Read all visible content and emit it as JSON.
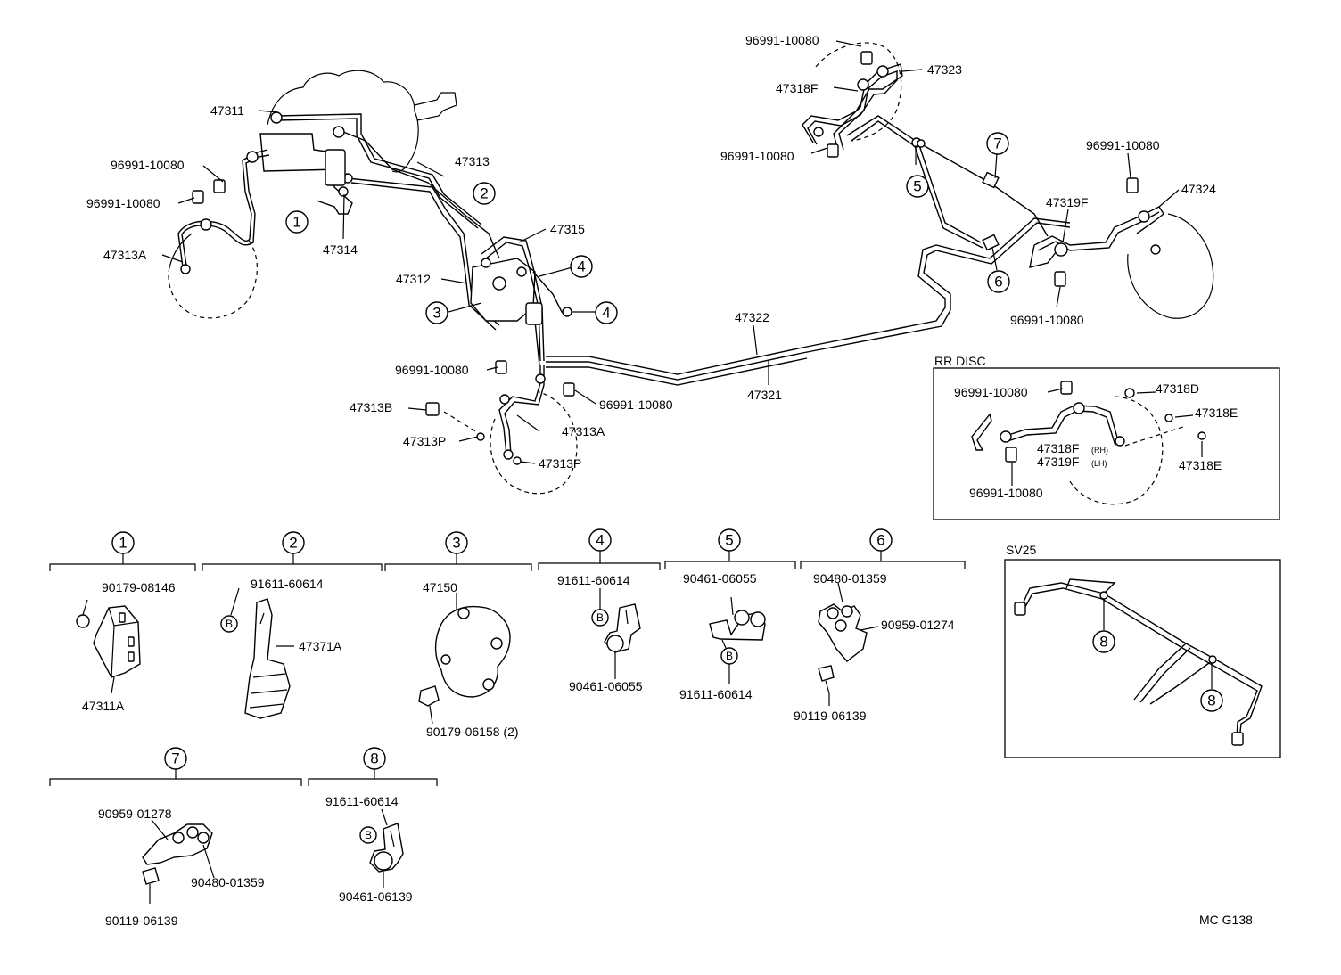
{
  "labels": {
    "l_96991_top": "96991-10080",
    "l_47323": "47323",
    "l_47318F_top": "47318F",
    "l_96991_mid_top": "96991-10080",
    "l_47311": "47311",
    "l_47313": "47313",
    "l_96991_left1": "96991-10080",
    "l_96991_left2": "96991-10080",
    "l_47313A_left": "47313A",
    "l_47314": "47314",
    "l_47315": "47315",
    "l_47312": "47312",
    "l_47322": "47322",
    "l_47321": "47321",
    "l_96991_center": "96991-10080",
    "l_96991_center2": "96991-10080",
    "l_47313B": "47313B",
    "l_47313A_center": "47313A",
    "l_47313P_1": "47313P",
    "l_47313P_2": "47313P",
    "l_96991_right_top": "96991-10080",
    "l_47324": "47324",
    "l_47319F": "47319F",
    "l_96991_right_bot": "96991-10080",
    "rr_title": "RR DISC",
    "rr_96991_1": "96991-10080",
    "rr_47318D": "47318D",
    "rr_47318E_1": "47318E",
    "rr_47318F": "47318F",
    "rr_rh": "(RH)",
    "rr_47319F": "47319F",
    "rr_lh": "(LH)",
    "rr_47318E_2": "47318E",
    "rr_96991_2": "96991-10080",
    "sv_title": "SV25",
    "d1_90179": "90179-08146",
    "d1_47311A": "47311A",
    "d2_91611": "91611-60614",
    "d2_47371A": "47371A",
    "d3_47150": "47150",
    "d3_90179": "90179-06158 (2)",
    "d4_91611": "91611-60614",
    "d4_90461": "90461-06055",
    "d5_90461": "90461-06055",
    "d5_91611": "91611-60614",
    "d6_90480": "90480-01359",
    "d6_90959": "90959-01274",
    "d6_90119": "90119-06139",
    "d7_90959": "90959-01278",
    "d7_90480": "90480-01359",
    "d7_90119": "90119-06139",
    "d8_91611": "91611-60614",
    "d8_90461": "90461-06139",
    "code": "MC G138"
  },
  "callouts": {
    "c1": "1",
    "c2": "2",
    "c3": "3",
    "c4a": "4",
    "c4b": "4",
    "c5": "5",
    "c6": "6",
    "c7": "7",
    "sv8a": "8",
    "sv8b": "8",
    "h1": "1",
    "h2": "2",
    "h3": "3",
    "h4": "4",
    "h5": "5",
    "h6": "6",
    "h7": "7",
    "h8": "8"
  },
  "bolt_marker": "B"
}
